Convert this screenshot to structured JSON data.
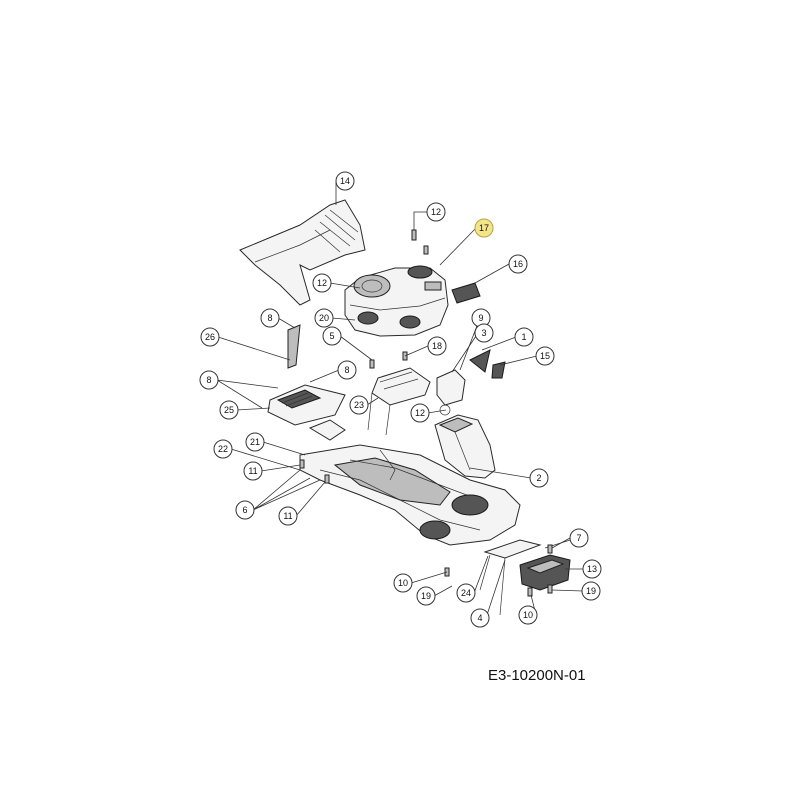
{
  "document_code": "E3-10200N-01",
  "callouts": [
    {
      "label": "14"
    },
    {
      "label": "12"
    },
    {
      "label": "17",
      "highlight": true
    },
    {
      "label": "16"
    },
    {
      "label": "12"
    },
    {
      "label": "20"
    },
    {
      "label": "5"
    },
    {
      "label": "9"
    },
    {
      "label": "3"
    },
    {
      "label": "1"
    },
    {
      "label": "15"
    },
    {
      "label": "8"
    },
    {
      "label": "26"
    },
    {
      "label": "18"
    },
    {
      "label": "8"
    },
    {
      "label": "8"
    },
    {
      "label": "25"
    },
    {
      "label": "23"
    },
    {
      "label": "12"
    },
    {
      "label": "21"
    },
    {
      "label": "22"
    },
    {
      "label": "11"
    },
    {
      "label": "6"
    },
    {
      "label": "11"
    },
    {
      "label": "2"
    },
    {
      "label": "7"
    },
    {
      "label": "13"
    },
    {
      "label": "10"
    },
    {
      "label": "19"
    },
    {
      "label": "24"
    },
    {
      "label": "19"
    },
    {
      "label": "4"
    },
    {
      "label": "10"
    }
  ],
  "colors": {
    "highlight": "#f5e58a",
    "line": "#333333"
  }
}
